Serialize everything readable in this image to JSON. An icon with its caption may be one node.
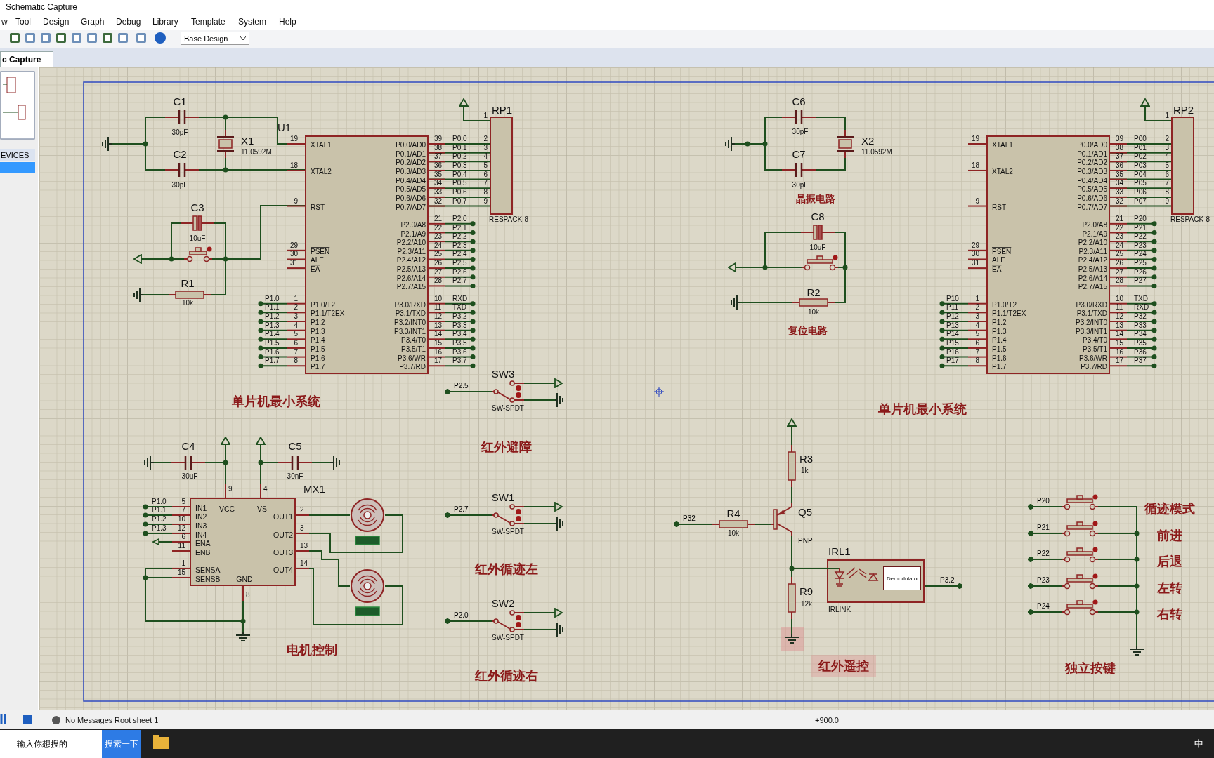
{
  "diagram": {
    "title": "Schematic Capture",
    "nodes": [
      {
        "text": [
          "XTAL1",
          "XTAL2",
          "RST",
          "PSEN",
          "ALE",
          "EA",
          "P1.0/T2",
          "P1.1/T2EX",
          "P1.2",
          "P1.3",
          "P1.4",
          "P1.5",
          "P1.6",
          "P1.7",
          "P0.0/AD0",
          "P0.1/AD1",
          "P0.2/AD2",
          "P0.3/AD3",
          "P0.4/AD4",
          "P0.5/AD5",
          "P0.6/AD6",
          "P0.7/AD7",
          "P2.0/A8",
          "P2.1/A9",
          "P2.2/A10",
          "P2.3/A11",
          "P2.4/A12",
          "P2.5/A13",
          "P2.6/A14",
          "P2.7/A15",
          "P3.0/RXD",
          "P3.1/TXD",
          "P3.2/INT0",
          "P3.3/INT1",
          "P3.4/T0",
          "P3.5/T1",
          "P3.6/WR",
          "P3.7/RD"
        ],
        "beside": [
          "U1",
          "19",
          "18",
          "9",
          "29",
          "30",
          "31",
          "1",
          "2",
          "3",
          "4",
          "5",
          "6",
          "7",
          "8",
          "39",
          "38",
          "37",
          "36",
          "35",
          "34",
          "33",
          "32",
          "21",
          "22",
          "23",
          "24",
          "25",
          "26",
          "27",
          "28",
          "10",
          "11",
          "12",
          "13",
          "14",
          "15",
          "16",
          "17",
          "P1.0",
          "P1.1",
          "P1.2",
          "P1.3",
          "P1.4",
          "P1.5",
          "P1.6",
          "P1.7",
          "P0.0",
          "P0.1",
          "P0.2",
          "P0.3",
          "P0.4",
          "P0.5",
          "P0.6",
          "P0.7",
          "P2.0",
          "P2.1",
          "P2.2",
          "P2.3",
          "P2.4",
          "P2.5",
          "P2.6",
          "P2.7",
          "RXD",
          "TXD",
          "P3.2",
          "P3.3",
          "P3.4",
          "P3.5",
          "P3.6",
          "P3.7"
        ]
      },
      {
        "text": [],
        "shape": "box",
        "beside": [
          "RP1",
          "RESPACK-8",
          "1",
          "2",
          "3",
          "4",
          "5",
          "6",
          "7",
          "8",
          "9"
        ]
      },
      {
        "text": [],
        "shape": "capacitor",
        "beside": [
          "C1",
          "30pF"
        ]
      },
      {
        "text": [],
        "shape": "capacitor",
        "beside": [
          "C2",
          "30pF"
        ]
      },
      {
        "text": [],
        "shape": "crystal",
        "beside": [
          "X1",
          "11.0592M"
        ]
      },
      {
        "text": [],
        "shape": "ground"
      },
      {
        "text": [],
        "shape": "capacitor",
        "beside": [
          "C3",
          "10uF"
        ]
      },
      {
        "text": [],
        "shape": "button"
      },
      {
        "text": [],
        "shape": "terminal"
      },
      {
        "text": [],
        "shape": "resistor",
        "beside": [
          "R1",
          "10k"
        ]
      },
      {
        "text": [],
        "shape": "ground"
      },
      {
        "text": [],
        "shape": "terminal"
      },
      {
        "text": [
          "XTAL1",
          "XTAL2",
          "RST",
          "PSEN",
          "ALE",
          "EA",
          "P1.0/T2",
          "P1.1/T2EX",
          "P1.2",
          "P1.3",
          "P1.4",
          "P1.5",
          "P1.6",
          "P1.7",
          "P0.0/AD0",
          "P0.1/AD1",
          "P0.2/AD2",
          "P0.3/AD3",
          "P0.4/AD4",
          "P0.5/AD5",
          "P0.6/AD6",
          "P0.7/AD7",
          "P2.0/A8",
          "P2.1/A9",
          "P2.2/A10",
          "P2.3/A11",
          "P2.4/A12",
          "P2.5/A13",
          "P2.6/A14",
          "P2.7/A15",
          "P3.0/RXD",
          "P3.1/TXD",
          "P3.2/INT0",
          "P3.3/INT1",
          "P3.4/T0",
          "P3.5/T1",
          "P3.6/WR",
          "P3.7/RD"
        ],
        "beside": [
          "19",
          "18",
          "9",
          "29",
          "30",
          "31",
          "1",
          "2",
          "3",
          "4",
          "5",
          "6",
          "7",
          "8",
          "39",
          "38",
          "37",
          "36",
          "35",
          "34",
          "33",
          "32",
          "21",
          "22",
          "23",
          "24",
          "25",
          "26",
          "27",
          "28",
          "10",
          "11",
          "12",
          "13",
          "14",
          "15",
          "16",
          "17",
          "P10",
          "P11",
          "P12",
          "P13",
          "P14",
          "P15",
          "P16",
          "P17",
          "P00",
          "P01",
          "P02",
          "P03",
          "P04",
          "P05",
          "P06",
          "P07",
          "P20",
          "P21",
          "P22",
          "P23",
          "P24",
          "P25",
          "P26",
          "P27",
          "TXD",
          "RXD",
          "P32",
          "P33",
          "P34",
          "P35",
          "P36",
          "P37"
        ]
      },
      {
        "text": [],
        "shape": "box",
        "beside": [
          "RP2",
          "RESPACK-8",
          "1",
          "2",
          "3",
          "4",
          "5",
          "6",
          "7",
          "8",
          "9"
        ]
      },
      {
        "text": [],
        "shape": "terminal"
      },
      {
        "text": [],
        "shape": "capacitor",
        "beside": [
          "C6",
          "30pF"
        ]
      },
      {
        "text": [],
        "shape": "capacitor",
        "beside": [
          "C7",
          "30pF"
        ]
      },
      {
        "text": [],
        "shape": "crystal",
        "beside": [
          "X2",
          "11.0592M"
        ]
      },
      {
        "text": [],
        "shape": "ground"
      },
      {
        "text": [],
        "shape": "capacitor",
        "beside": [
          "C8",
          "10uF"
        ]
      },
      {
        "text": [],
        "shape": "button"
      },
      {
        "text": [],
        "shape": "terminal"
      },
      {
        "text": [],
        "shape": "resistor",
        "beside": [
          "R2",
          "10k"
        ]
      },
      {
        "text": [],
        "shape": "ground"
      },
      {
        "text": [
          "IN1",
          "IN2",
          "IN3",
          "IN4",
          "ENA",
          "ENB",
          "SENSA",
          "SENSB",
          "VCC",
          "VS",
          "GND",
          "OUT1",
          "OUT2",
          "OUT3",
          "OUT4"
        ],
        "beside": [
          "MX1",
          "5",
          "7",
          "10",
          "12",
          "6",
          "11",
          "1",
          "15",
          "9",
          "4",
          "8",
          "2",
          "3",
          "13",
          "14",
          "P1.0",
          "P1.1",
          "P1.2",
          "P1.3"
        ]
      },
      {
        "text": [],
        "shape": "capacitor",
        "beside": [
          "C4",
          "30uF"
        ]
      },
      {
        "text": [],
        "shape": "ground"
      },
      {
        "text": [],
        "shape": "terminal"
      },
      {
        "text": [],
        "shape": "terminal"
      },
      {
        "text": [],
        "shape": "capacitor",
        "beside": [
          "C5",
          "30nF"
        ]
      },
      {
        "text": [],
        "shape": "ground"
      },
      {
        "text": [],
        "shape": "terminal"
      },
      {
        "text": [],
        "shape": "ground"
      },
      {
        "text": [],
        "shape": "motor"
      },
      {
        "text": [],
        "shape": "motor"
      },
      {
        "text": [],
        "shape": "switch",
        "beside": [
          "SW3",
          "SW-SPDT"
        ]
      },
      {
        "text": [],
        "shape": "terminal"
      },
      {
        "text": [],
        "shape": "ground"
      },
      {
        "text": [],
        "shape": "switch",
        "beside": [
          "SW1",
          "SW-SPDT"
        ]
      },
      {
        "text": [],
        "shape": "terminal"
      },
      {
        "text": [],
        "shape": "ground"
      },
      {
        "text": [],
        "shape": "switch",
        "beside": [
          "SW2",
          "SW-SPDT"
        ]
      },
      {
        "text": [],
        "shape": "terminal"
      },
      {
        "text": [],
        "shape": "ground"
      },
      {
        "text": [],
        "shape": "terminal"
      },
      {
        "text": [],
        "shape": "resistor",
        "beside": [
          "R3",
          "1k"
        ]
      },
      {
        "text": [],
        "shape": "transistor",
        "beside": [
          "Q5",
          "PNP"
        ]
      },
      {
        "text": [],
        "shape": "resistor",
        "beside": [
          "R4",
          "10k"
        ]
      },
      {
        "text": [],
        "shape": "resistor",
        "beside": [
          "R9",
          "12k"
        ]
      },
      {
        "text": [],
        "shape": "ground"
      },
      {
        "text": [],
        "shape": "box",
        "beside": [
          "IRL1",
          "IRLINK"
        ]
      },
      {
        "text": [
          "Demodulator"
        ],
        "in": 50
      },
      {
        "text": [],
        "shape": "button"
      },
      {
        "text": [],
        "shape": "button"
      },
      {
        "text": [],
        "shape": "button"
      },
      {
        "text": [],
        "shape": "button"
      },
      {
        "text": [],
        "shape": "button"
      },
      {
        "text": [],
        "shape": "ground"
      },
      {
        "text": [
          "P2.5"
        ]
      },
      {
        "text": [
          "P2.7"
        ]
      },
      {
        "text": [
          "P2.0"
        ]
      },
      {
        "text": [
          "P32"
        ]
      },
      {
        "text": [
          "P3.2"
        ]
      },
      {
        "text": [
          "P20"
        ]
      },
      {
        "text": [
          "P21"
        ]
      },
      {
        "text": [
          "P22"
        ]
      },
      {
        "text": [
          "P23"
        ]
      },
      {
        "text": [
          "P24"
        ]
      }
    ],
    "edges": [
      {
        "from": 5,
        "to": 2,
        "arrow": "none"
      },
      {
        "from": 5,
        "to": 3,
        "arrow": "none"
      },
      {
        "from": 2,
        "to": 4,
        "arrow": "none"
      },
      {
        "from": 2,
        "to": 0,
        "arrow": "none"
      },
      {
        "from": 3,
        "to": 4,
        "arrow": "none"
      },
      {
        "from": 3,
        "to": 0,
        "arrow": "none"
      },
      {
        "from": 8,
        "to": 7,
        "arrow": "none"
      },
      {
        "from": 6,
        "to": 7,
        "arrow": "none"
      },
      {
        "from": 6,
        "to": 0,
        "arrow": "none"
      },
      {
        "from": 7,
        "to": 0,
        "arrow": "none"
      },
      {
        "from": 9,
        "to": 0,
        "arrow": "none"
      },
      {
        "from": 10,
        "to": 9,
        "arrow": "none"
      },
      {
        "from": 11,
        "to": 1,
        "arrow": "none"
      },
      {
        "from": 0,
        "to": 1,
        "arrow": "none"
      },
      {
        "from": 0,
        "to": 1,
        "arrow": "none"
      },
      {
        "from": 0,
        "to": 1,
        "arrow": "none"
      },
      {
        "from": 0,
        "to": 1,
        "arrow": "none"
      },
      {
        "from": 0,
        "to": 1,
        "arrow": "none"
      },
      {
        "from": 0,
        "to": 1,
        "arrow": "none"
      },
      {
        "from": 0,
        "to": 1,
        "arrow": "none"
      },
      {
        "from": 0,
        "to": 1,
        "arrow": "none"
      },
      {
        "from": 14,
        "to": 13,
        "arrow": "none"
      },
      {
        "from": 12,
        "to": 13,
        "arrow": "none"
      },
      {
        "from": 12,
        "to": 13,
        "arrow": "none"
      },
      {
        "from": 12,
        "to": 13,
        "arrow": "none"
      },
      {
        "from": 12,
        "to": 13,
        "arrow": "none"
      },
      {
        "from": 12,
        "to": 13,
        "arrow": "none"
      },
      {
        "from": 12,
        "to": 13,
        "arrow": "none"
      },
      {
        "from": 12,
        "to": 13,
        "arrow": "none"
      },
      {
        "from": 12,
        "to": 13,
        "arrow": "none"
      },
      {
        "from": 18,
        "to": 15,
        "arrow": "none"
      },
      {
        "from": 18,
        "to": 16,
        "arrow": "none"
      },
      {
        "from": 15,
        "to": 17,
        "arrow": "none"
      },
      {
        "from": 16,
        "to": 17,
        "arrow": "none"
      },
      {
        "from": 21,
        "to": 20,
        "arrow": "none"
      },
      {
        "from": 19,
        "to": 20,
        "arrow": "none"
      },
      {
        "from": 19,
        "to": 20,
        "arrow": "none"
      },
      {
        "from": 22,
        "to": 20,
        "arrow": "none"
      },
      {
        "from": 23,
        "to": 22,
        "arrow": "none"
      },
      {
        "from": 26,
        "to": 25,
        "arrow": "none"
      },
      {
        "from": 25,
        "to": 27,
        "arrow": "none"
      },
      {
        "from": 25,
        "to": 24,
        "arrow": "none"
      },
      {
        "from": 27,
        "to": 24,
        "arrow": "none"
      },
      {
        "from": 28,
        "to": 24,
        "arrow": "none"
      },
      {
        "from": 28,
        "to": 29,
        "arrow": "none"
      },
      {
        "from": 29,
        "to": 30,
        "arrow": "none"
      },
      {
        "from": 24,
        "to": 31,
        "arrow": "none"
      },
      {
        "from": 24,
        "to": 32,
        "arrow": "none"
      },
      {
        "from": 24,
        "to": 32,
        "arrow": "none"
      },
      {
        "from": 24,
        "to": 32,
        "arrow": "none"
      },
      {
        "from": 24,
        "to": 33,
        "arrow": "none"
      },
      {
        "from": 24,
        "to": 33,
        "arrow": "none"
      },
      {
        "from": 24,
        "to": 34,
        "arrow": "none"
      },
      {
        "from": 24,
        "to": 34,
        "arrow": "none"
      },
      {
        "from": 58,
        "to": 35,
        "arrow": "none"
      },
      {
        "from": 35,
        "to": 36,
        "arrow": "none"
      },
      {
        "from": 35,
        "to": 37,
        "arrow": "none"
      },
      {
        "from": 59,
        "to": 38,
        "arrow": "none"
      },
      {
        "from": 38,
        "to": 39,
        "arrow": "none"
      },
      {
        "from": 38,
        "to": 40,
        "arrow": "none"
      },
      {
        "from": 60,
        "to": 41,
        "arrow": "none"
      },
      {
        "from": 41,
        "to": 42,
        "arrow": "none"
      },
      {
        "from": 41,
        "to": 43,
        "arrow": "none"
      },
      {
        "from": 44,
        "to": 45,
        "arrow": "none"
      },
      {
        "from": 45,
        "to": 46,
        "arrow": "none"
      },
      {
        "from": 47,
        "to": 46,
        "arrow": "none"
      },
      {
        "from": 61,
        "to": 47,
        "arrow": "none"
      },
      {
        "from": 46,
        "to": 48,
        "arrow": "none"
      },
      {
        "from": 46,
        "to": 50,
        "arrow": "none"
      },
      {
        "from": 48,
        "to": 49,
        "arrow": "none"
      },
      {
        "from": 50,
        "to": 62,
        "arrow": "none"
      },
      {
        "from": 63,
        "to": 52,
        "arrow": "none"
      },
      {
        "from": 64,
        "to": 53,
        "arrow": "none"
      },
      {
        "from": 65,
        "to": 54,
        "arrow": "none"
      },
      {
        "from": 66,
        "to": 55,
        "arrow": "none"
      },
      {
        "from": 67,
        "to": 56,
        "arrow": "none"
      },
      {
        "from": 52,
        "to": 57,
        "arrow": "none"
      },
      {
        "from": 53,
        "to": 57,
        "arrow": "none"
      },
      {
        "from": 54,
        "to": 57,
        "arrow": "none"
      },
      {
        "from": 55,
        "to": 57,
        "arrow": "none"
      },
      {
        "from": 56,
        "to": 57,
        "arrow": "none"
      }
    ],
    "labels": [
      "单片机最小系统",
      "红外避障",
      "红外循迹左",
      "电机控制",
      "红外循迹右",
      "晶振电路",
      "复位电路",
      "单片机最小系统",
      "红外遥控",
      "独立按键",
      "循迹模式",
      "前进",
      "后退",
      "左转",
      "右转",
      "w",
      "Tool",
      "Design",
      "Graph",
      "Debug",
      "Library",
      "Template",
      "System",
      "Help",
      "Base Design",
      "c Capture",
      "EVICES",
      "No Messages",
      "Root sheet 1",
      "+900.0",
      "输入你想搜的",
      "搜索一下",
      "中"
    ]
  }
}
